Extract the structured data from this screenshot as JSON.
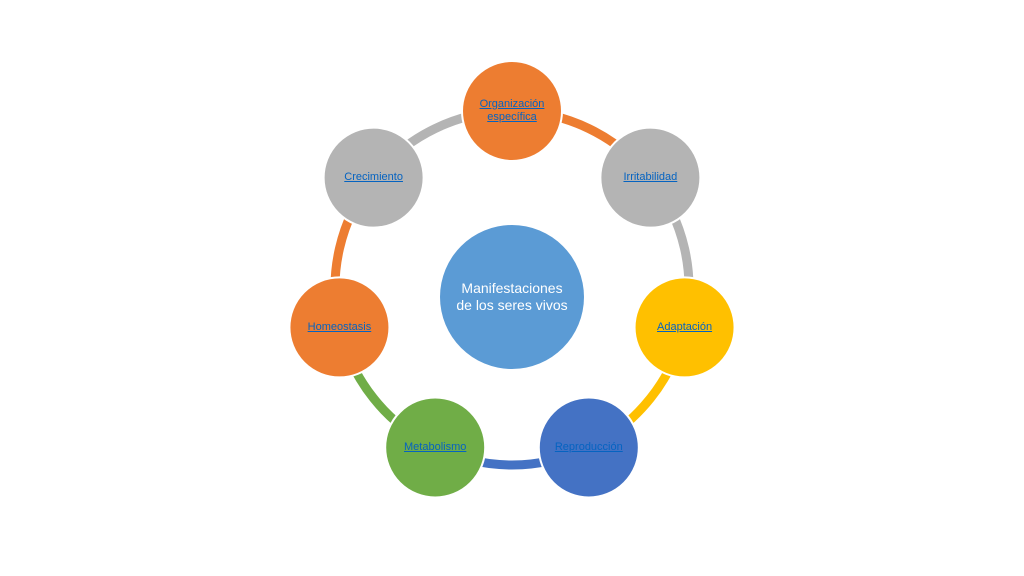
{
  "center": {
    "label": "Manifestaciones de los seres vivos",
    "color": "#5b9bd5"
  },
  "nodes": [
    {
      "id": "organizacion",
      "label": "Organización específica",
      "color": "#ed7d31",
      "arc_color": "#ed7d31"
    },
    {
      "id": "irritabilidad",
      "label": "Irritabilidad",
      "color": "#b4b4b4",
      "arc_color": "#b4b4b4"
    },
    {
      "id": "adaptacion",
      "label": "Adaptación",
      "color": "#ffc000",
      "arc_color": "#ffc000"
    },
    {
      "id": "reproduccion",
      "label": "Reproducción",
      "color": "#4472c4",
      "arc_color": "#4472c4"
    },
    {
      "id": "metabolismo",
      "label": "Metabolismo",
      "color": "#70ad47",
      "arc_color": "#70ad47"
    },
    {
      "id": "homeostasis",
      "label": "Homeostasis",
      "color": "#ed7d31",
      "arc_color": "#ed7d31"
    },
    {
      "id": "crecimiento",
      "label": "Crecimiento",
      "color": "#b4b4b4",
      "arc_color": "#b4b4b4"
    }
  ],
  "link_color": "#0563c1"
}
